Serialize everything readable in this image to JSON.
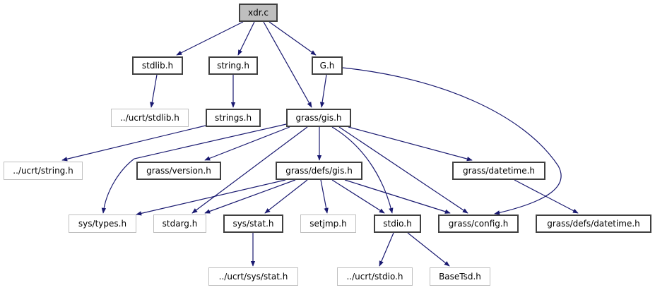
{
  "diagram": {
    "title": "xdr.c include dependency graph",
    "edge_color": "#191970",
    "root_fill": "#bfbfbf",
    "nodes": [
      {
        "id": "xdr_c",
        "label": "xdr.c",
        "kind": "root"
      },
      {
        "id": "stdlib_h",
        "label": "stdlib.h",
        "kind": "documented"
      },
      {
        "id": "string_h",
        "label": "string.h",
        "kind": "documented"
      },
      {
        "id": "G_h",
        "label": "G.h",
        "kind": "documented"
      },
      {
        "id": "ucrt_stdlib_h",
        "label": "../ucrt/stdlib.h",
        "kind": "external"
      },
      {
        "id": "strings_h",
        "label": "strings.h",
        "kind": "documented"
      },
      {
        "id": "grass_gis_h",
        "label": "grass/gis.h",
        "kind": "documented"
      },
      {
        "id": "ucrt_string_h",
        "label": "../ucrt/string.h",
        "kind": "external"
      },
      {
        "id": "grass_version_h",
        "label": "grass/version.h",
        "kind": "documented"
      },
      {
        "id": "grass_defs_gis_h",
        "label": "grass/defs/gis.h",
        "kind": "documented"
      },
      {
        "id": "grass_datetime_h",
        "label": "grass/datetime.h",
        "kind": "documented"
      },
      {
        "id": "sys_types_h",
        "label": "sys/types.h",
        "kind": "external"
      },
      {
        "id": "stdarg_h",
        "label": "stdarg.h",
        "kind": "external"
      },
      {
        "id": "sys_stat_h",
        "label": "sys/stat.h",
        "kind": "documented"
      },
      {
        "id": "setjmp_h",
        "label": "setjmp.h",
        "kind": "external"
      },
      {
        "id": "stdio_h",
        "label": "stdio.h",
        "kind": "documented"
      },
      {
        "id": "grass_config_h",
        "label": "grass/config.h",
        "kind": "documented"
      },
      {
        "id": "grass_defs_datetime_h",
        "label": "grass/defs/datetime.h",
        "kind": "documented"
      },
      {
        "id": "ucrt_sys_stat_h",
        "label": "../ucrt/sys/stat.h",
        "kind": "external"
      },
      {
        "id": "ucrt_stdio_h",
        "label": "../ucrt/stdio.h",
        "kind": "external"
      },
      {
        "id": "BaseTsd_h",
        "label": "BaseTsd.h",
        "kind": "external"
      }
    ],
    "edges": [
      [
        "xdr_c",
        "stdlib_h"
      ],
      [
        "xdr_c",
        "string_h"
      ],
      [
        "xdr_c",
        "grass_gis_h"
      ],
      [
        "xdr_c",
        "G_h"
      ],
      [
        "stdlib_h",
        "ucrt_stdlib_h"
      ],
      [
        "string_h",
        "strings_h"
      ],
      [
        "strings_h",
        "ucrt_string_h"
      ],
      [
        "G_h",
        "grass_gis_h"
      ],
      [
        "G_h",
        "grass_config_h"
      ],
      [
        "grass_gis_h",
        "sys_types_h"
      ],
      [
        "grass_gis_h",
        "stdarg_h"
      ],
      [
        "grass_gis_h",
        "grass_version_h"
      ],
      [
        "grass_gis_h",
        "grass_defs_gis_h"
      ],
      [
        "grass_gis_h",
        "stdio_h"
      ],
      [
        "grass_gis_h",
        "grass_config_h"
      ],
      [
        "grass_gis_h",
        "grass_datetime_h"
      ],
      [
        "grass_defs_gis_h",
        "sys_types_h"
      ],
      [
        "grass_defs_gis_h",
        "stdarg_h"
      ],
      [
        "grass_defs_gis_h",
        "sys_stat_h"
      ],
      [
        "grass_defs_gis_h",
        "setjmp_h"
      ],
      [
        "grass_defs_gis_h",
        "stdio_h"
      ],
      [
        "grass_defs_gis_h",
        "grass_config_h"
      ],
      [
        "grass_datetime_h",
        "grass_defs_datetime_h"
      ],
      [
        "sys_stat_h",
        "ucrt_sys_stat_h"
      ],
      [
        "stdio_h",
        "ucrt_stdio_h"
      ],
      [
        "stdio_h",
        "BaseTsd_h"
      ]
    ]
  }
}
